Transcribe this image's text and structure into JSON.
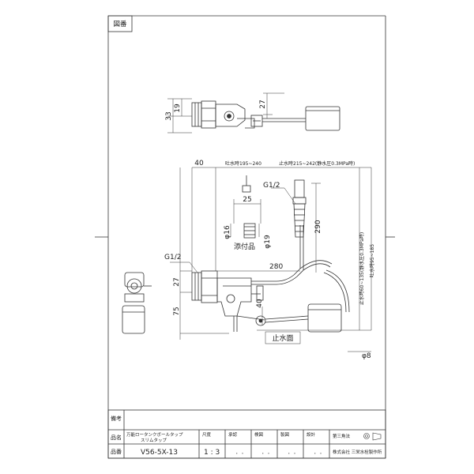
{
  "header": {
    "drawing_no_label": "図番"
  },
  "dimensions": {
    "d33": "33",
    "d19": "19",
    "d27_top": "27",
    "d40": "40",
    "spout_height": "吐水時195~240",
    "stop_height": "止水時215~242(静水圧0.3MPa時)",
    "g12_upper": "G1/2",
    "d25": "25",
    "dia16": "φ16",
    "dia19": "φ19",
    "d290": "290",
    "accessory": "添付品",
    "g12_left": "G1/2",
    "d280": "280",
    "d27_left": "27",
    "d75": "75",
    "d40_low": "40",
    "stop_level_box": "止水面",
    "dia8": "φ8",
    "right_stop": "止水時60~135(静水圧0.3MPa時)",
    "right_spout": "吐水時95~185"
  },
  "title_block": {
    "remarks_label": "備考",
    "product_name_label": "品名",
    "product_name_line1": "万能ロータンクボールタップ",
    "product_name_line2": "スリムタップ",
    "part_no_label": "品番",
    "part_no": "V56-5X-13",
    "scale_label": "尺度",
    "scale": "1 : 3",
    "approved_label": "承認",
    "checked_label": "検図",
    "drawn_label": "製図",
    "designed_label": "設計",
    "projection_label": "第三角法",
    "company": "株式会社 三栄水栓製作所",
    "date_dots": "・ ・"
  },
  "colors": {
    "line": "#333333",
    "hatch": "#555555",
    "paper": "#ffffff"
  }
}
